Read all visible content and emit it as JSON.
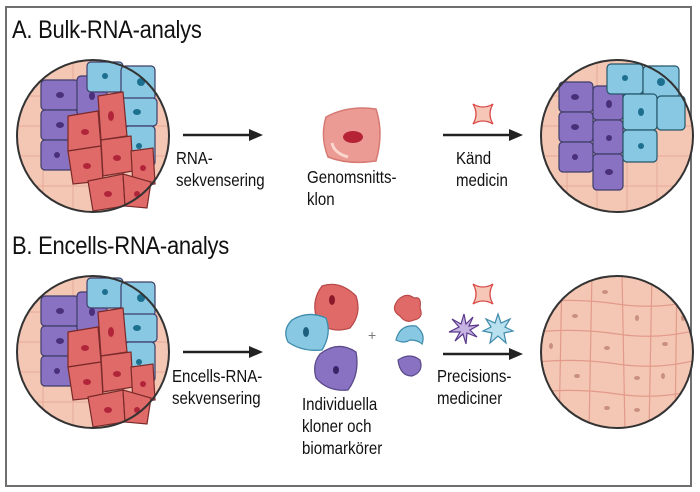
{
  "panels": [
    {
      "title": "A. Bulk-RNA-analys",
      "step1_label": [
        "RNA-",
        "sekvensering"
      ],
      "result_label": [
        "Genomsnitts-",
        "klon"
      ],
      "step2_label": [
        "Känd",
        "medicin"
      ]
    },
    {
      "title": "B. Encells-RNA-analys",
      "step1_label": [
        "Encells-RNA-",
        "sekvensering"
      ],
      "result_label": [
        "Individuella",
        "kloner och",
        "biomarkörer"
      ],
      "step2_label": [
        "Precisions-",
        "mediciner"
      ],
      "plus": "+"
    }
  ],
  "colors": {
    "purple": "#8a72c2",
    "blue": "#88c8e2",
    "red": "#e06a68",
    "tissue": "#f3c7b4",
    "outline": "#333333",
    "arrow": "#222222"
  },
  "icons": {
    "drug_star4": "four-point-star",
    "drug_burst_purple": "purple-burst",
    "drug_star_blue": "blue-star"
  }
}
